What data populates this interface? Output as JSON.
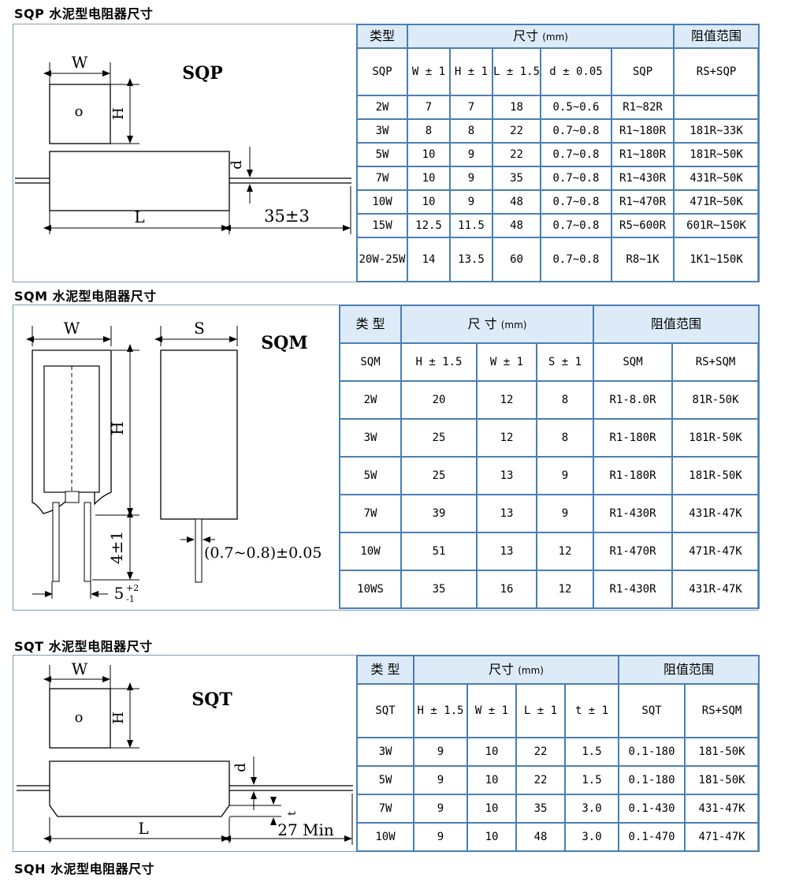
{
  "sections": {
    "sqp": {
      "title": "SQP 水泥型电阻器尺寸",
      "diagram": {
        "model": "SQP",
        "w": "W",
        "h": "H",
        "o": "o",
        "d": "d",
        "l": "L",
        "lead": "35±3"
      },
      "table": {
        "header": {
          "type": "类型",
          "dims": "尺寸",
          "unit": "(mm)",
          "range": "阻值范围"
        },
        "subheader": [
          "SQP",
          "W ± 1",
          "H ± 1",
          "L ± 1.5",
          "d ± 0.05",
          "SQP",
          "RS+SQP"
        ],
        "rows": [
          [
            "2W",
            "7",
            "7",
            "18",
            "0.5~0.6",
            "R1~82R",
            ""
          ],
          [
            "3W",
            "8",
            "8",
            "22",
            "0.7~0.8",
            "R1~180R",
            "181R~33K"
          ],
          [
            "5W",
            "10",
            "9",
            "22",
            "0.7~0.8",
            "R1~180R",
            "181R~50K"
          ],
          [
            "7W",
            "10",
            "9",
            "35",
            "0.7~0.8",
            "R1~430R",
            "431R~50K"
          ],
          [
            "10W",
            "10",
            "9",
            "48",
            "0.7~0.8",
            "R1~470R",
            "471R~50K"
          ],
          [
            "15W",
            "12.5",
            "11.5",
            "48",
            "0.7~0.8",
            "R5~600R",
            "601R~150K"
          ],
          [
            "20W-25W",
            "14",
            "13.5",
            "60",
            "0.7~0.8",
            "R8~1K",
            "1K1~150K"
          ]
        ]
      }
    },
    "sqm": {
      "title": "SQM 水泥型电阻器尺寸",
      "diagram": {
        "model": "SQM",
        "w": "W",
        "s": "S",
        "h": "H",
        "lead_len": "4±1",
        "pitch": "5",
        "pitch_tol_top": "+2",
        "pitch_tol_bottom": "-1",
        "wire": "(0.7~0.8)±0.05"
      },
      "table": {
        "header": {
          "type": "类 型",
          "dims": "尺 寸",
          "unit": "(mm)",
          "range": "阻值范围"
        },
        "subheader": [
          "SQM",
          "H ± 1.5",
          "W ± 1",
          "S ± 1",
          "SQM",
          "RS+SQM"
        ],
        "rows": [
          [
            "2W",
            "20",
            "12",
            "8",
            "R1-8.0R",
            "81R-50K"
          ],
          [
            "3W",
            "25",
            "12",
            "8",
            "R1-180R",
            "181R-50K"
          ],
          [
            "5W",
            "25",
            "13",
            "9",
            "R1-180R",
            "181R-50K"
          ],
          [
            "7W",
            "39",
            "13",
            "9",
            "R1-430R",
            "431R-47K"
          ],
          [
            "10W",
            "51",
            "13",
            "12",
            "R1-470R",
            "471R-47K"
          ],
          [
            "10WS",
            "35",
            "16",
            "12",
            "R1-430R",
            "431R-47K"
          ]
        ]
      }
    },
    "sqt": {
      "title": "SQT 水泥型电阻器尺寸",
      "diagram": {
        "model": "SQT",
        "w": "W",
        "h": "H",
        "o": "o",
        "d": "d",
        "t": "t",
        "l": "L",
        "lead": "27 Min"
      },
      "table": {
        "header": {
          "type": "类 型",
          "dims": "尺寸",
          "unit": "(mm)",
          "range": "阻值范围"
        },
        "subheader": [
          "SQT",
          "H ± 1.5",
          "W ± 1",
          "L ± 1",
          "t ± 1",
          "SQT",
          "RS+SQM"
        ],
        "rows": [
          [
            "3W",
            "9",
            "10",
            "22",
            "1.5",
            "0.1-180",
            "181-50K"
          ],
          [
            "5W",
            "9",
            "10",
            "22",
            "1.5",
            "0.1-180",
            "181-50K"
          ],
          [
            "7W",
            "9",
            "10",
            "35",
            "3.0",
            "0.1-430",
            "431-47K"
          ],
          [
            "10W",
            "9",
            "10",
            "48",
            "3.0",
            "0.1-470",
            "471-47K"
          ]
        ]
      }
    },
    "sqh": {
      "title": "SQH 水泥型电阻器尺寸"
    }
  }
}
